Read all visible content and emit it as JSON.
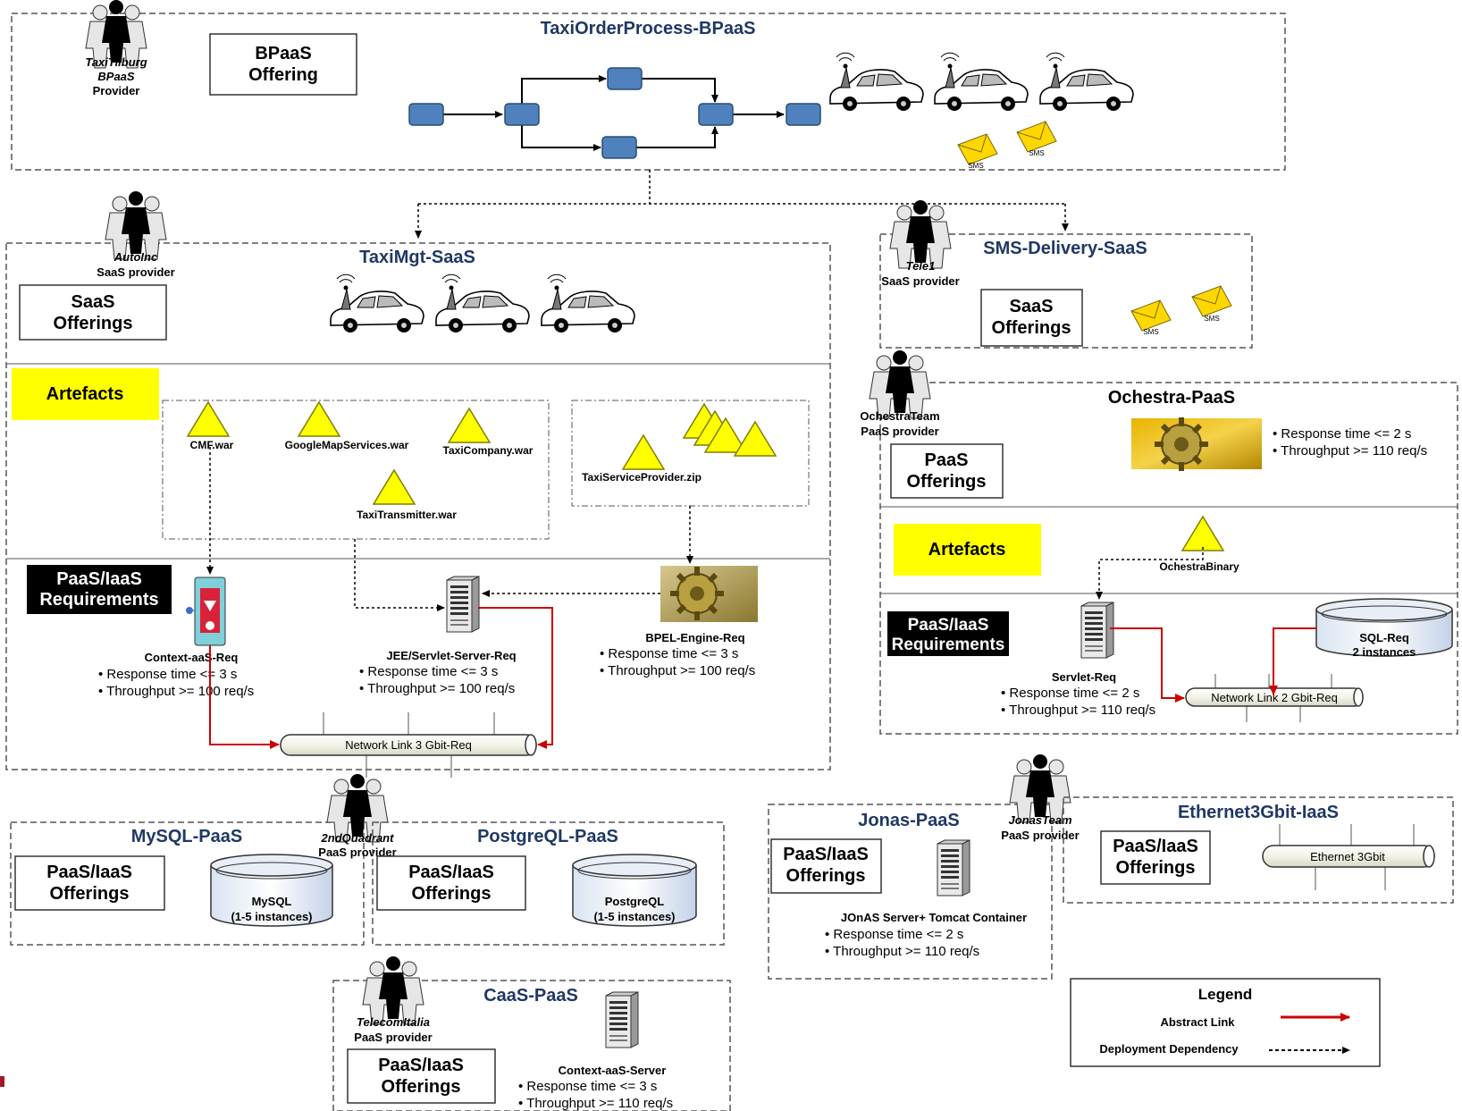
{
  "bpaas": {
    "title": "TaxiOrderProcess-BPaaS",
    "provider": [
      "TaxiTilburg",
      "BPaaS",
      "Provider"
    ],
    "offering": [
      "BPaaS",
      "Offering"
    ],
    "sms_labels": [
      "SMS",
      "SMS"
    ]
  },
  "taximgt": {
    "title": "TaxiMgt-SaaS",
    "provider": [
      "AutoInc",
      "SaaS provider"
    ],
    "offering": [
      "SaaS",
      "Offerings"
    ],
    "artefacts_label": "Artefacts",
    "artefacts": [
      "CMF.war",
      "GoogleMapServices.war",
      "TaxiCompany.war",
      "TaxiTransmitter.war",
      "TaxiServiceProvider.zip"
    ],
    "req_label": [
      "PaaS/IaaS",
      "Requirements"
    ],
    "reqs": [
      {
        "name": "Context-aaS-Req",
        "lines": [
          "Response time <= 3 s",
          "Throughput >= 100 req/s"
        ]
      },
      {
        "name": "JEE/Servlet-Server-Req",
        "lines": [
          "Response time <= 3 s",
          "Throughput >= 100 req/s"
        ]
      },
      {
        "name": "BPEL-Engine-Req",
        "lines": [
          "Response time <= 3 s",
          "Throughput >= 100 req/s"
        ]
      }
    ],
    "network": "Network Link 3 Gbit-Req"
  },
  "sms": {
    "title": "SMS-Delivery-SaaS",
    "provider": [
      "Tele1",
      "SaaS provider"
    ],
    "offering": [
      "SaaS",
      "Offerings"
    ],
    "sms_labels": [
      "SMS",
      "SMS"
    ]
  },
  "orchestra": {
    "title": "Ochestra-PaaS",
    "provider": [
      "OchestraTeam",
      "PaaS provider"
    ],
    "offering": [
      "PaaS",
      "Offerings"
    ],
    "qos": [
      "Response time <= 2 s",
      "Throughput >= 110 req/s"
    ],
    "artefacts_label": "Artefacts",
    "artefact": "OchestraBinary",
    "req_label": [
      "PaaS/IaaS",
      "Requirements"
    ],
    "servlet": {
      "name": "Servlet-Req",
      "lines": [
        "Response time <= 2 s",
        "Throughput >= 110 req/s"
      ]
    },
    "sql": [
      "SQL-Req",
      "2 instances"
    ],
    "network": "Network Link 2 Gbit-Req"
  },
  "mysql": {
    "title": "MySQL-PaaS",
    "offering": [
      "PaaS/IaaS",
      "Offerings"
    ],
    "db": [
      "MySQL",
      "(1-5 instances)"
    ]
  },
  "quadrant": {
    "provider": [
      "2ndQuadrant",
      "PaaS provider"
    ]
  },
  "postgre": {
    "title": "PostgreQL-PaaS",
    "offering": [
      "PaaS/IaaS",
      "Offerings"
    ],
    "db": [
      "PostgreQL",
      "(1-5 instances)"
    ]
  },
  "jonas": {
    "title": "Jonas-PaaS",
    "provider": [
      "JonasTeam",
      "PaaS provider"
    ],
    "offering": [
      "PaaS/IaaS",
      "Offerings"
    ],
    "server": "JOnAS Server+ Tomcat Container",
    "lines": [
      "Response time <= 2 s",
      "Throughput >= 110 req/s"
    ]
  },
  "ethernet": {
    "title": "Ethernet3Gbit-IaaS",
    "offering": [
      "PaaS/IaaS",
      "Offerings"
    ],
    "link": "Ethernet 3Gbit"
  },
  "caas": {
    "title": "CaaS-PaaS",
    "provider": [
      "TelecomItalia",
      "PaaS provider"
    ],
    "offering": [
      "PaaS/IaaS",
      "Offerings"
    ],
    "server": "Context-aaS-Server",
    "lines": [
      "Response time <= 3 s",
      "Throughput >= 110 req/s"
    ]
  },
  "legend": {
    "title": "Legend",
    "abstract": "Abstract Link",
    "deploy": "Deployment Dependency"
  },
  "colors": {
    "title": "#1f3864",
    "yellow": "#ffff00",
    "abstract_link": "#cc0000",
    "process_node": "#4f81bd"
  }
}
